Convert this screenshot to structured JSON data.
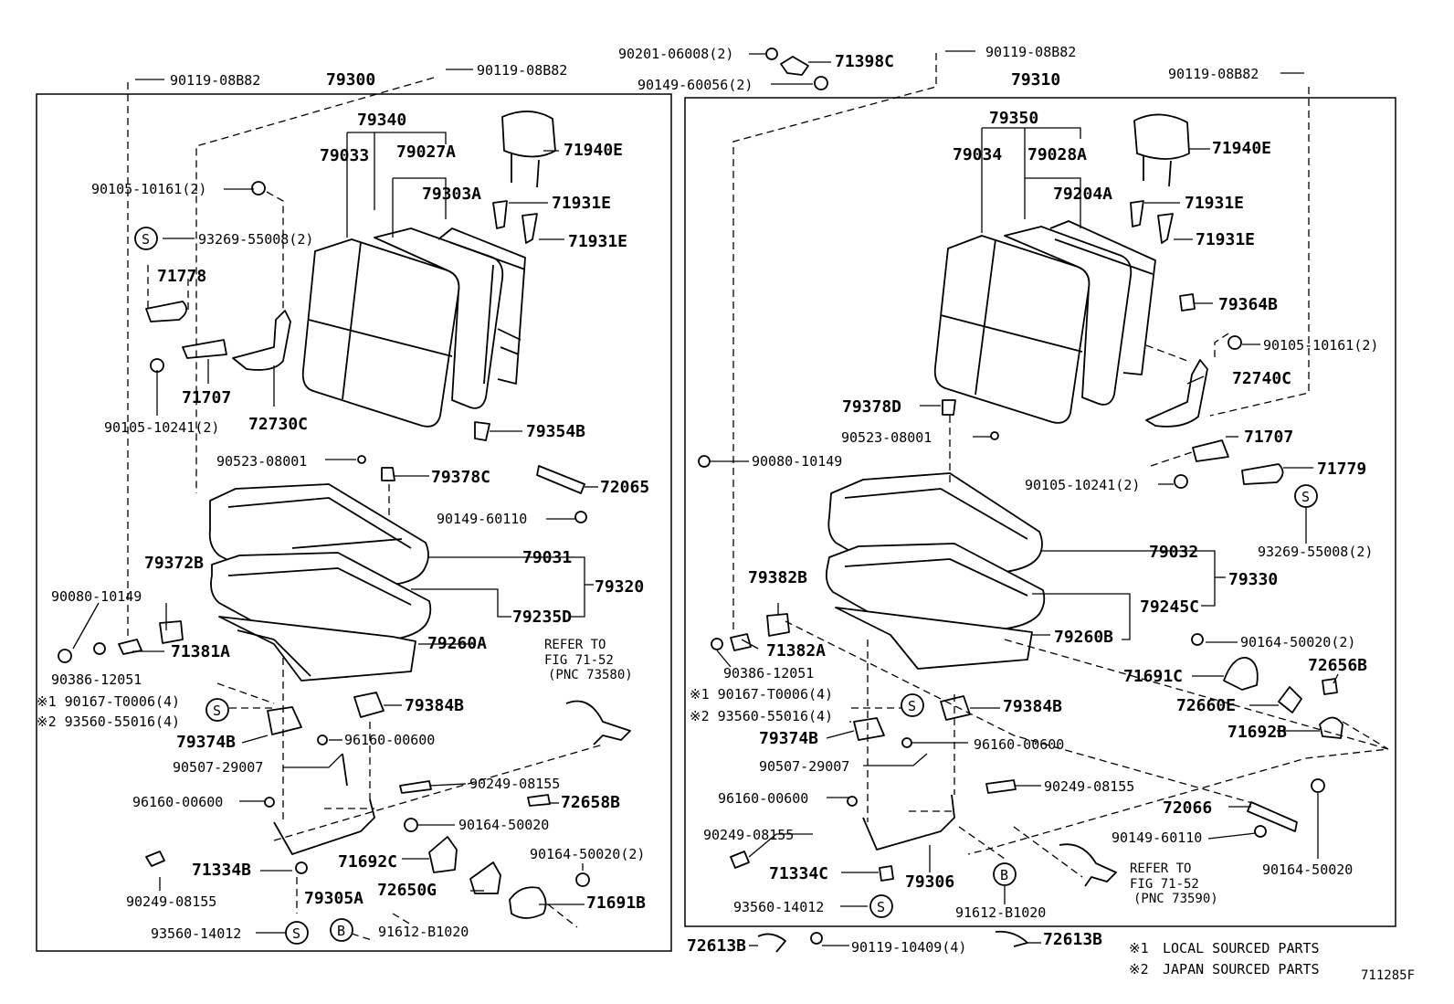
{
  "diagram_id": "711285F",
  "notes": [
    {
      "mark": "※1",
      "text": "LOCAL SOURCED PARTS"
    },
    {
      "mark": "※2",
      "text": "JAPAN SOURCED PARTS"
    }
  ],
  "refer_left": {
    "l1": "REFER TO",
    "l2": "FIG 71-52",
    "l3": "(PNC 73580)"
  },
  "refer_right": {
    "l1": "REFER TO",
    "l2": "FIG 71-52",
    "l3": "(PNC 73590)"
  },
  "symbols": {
    "s": "S",
    "b": "B"
  },
  "left": {
    "assy": "79300",
    "back_assy": "79340",
    "cover": "79033",
    "pad": "79027A",
    "frame": "79303A",
    "headrest": "71940E",
    "support1": "71931E",
    "support2": "71931E",
    "bolt_top1": "90119-08B82",
    "bolt_top2": "90119-08B82",
    "bolt_10161": "90105-10161(2)",
    "washer_55008": "93269-55008(2)",
    "cover_71778": "71778",
    "hinge_71707": "71707",
    "hinge_72730c": "72730C",
    "bolt_10241": "90105-10241(2)",
    "pin_79354b": "79354B",
    "clip_08001": "90523-08001",
    "hook_79378c": "79378C",
    "strap_72065": "72065",
    "bolt_60110": "90149-60110",
    "cushion_79031": "79031",
    "cushion_assy": "79320",
    "pad_79235d": "79235D",
    "frame_79260a": "79260A",
    "cover_79372b": "79372B",
    "bolt_10149": "90080-10149",
    "cover_71381a": "71381A",
    "bolt_12051": "90386-12051",
    "note1": "※1 90167-T0006(4)",
    "note2": "※2 93560-55016(4)",
    "bracket_79384b": "79384B",
    "bracket_79374b": "79374B",
    "ring_00600a": "96160-00600",
    "spring_29007": "90507-29007",
    "bolt_08155a": "90249-08155",
    "clip_72658b": "72658B",
    "ring_00600b": "96160-00600",
    "bolt_50020": "90164-50020",
    "bolt_50020_2": "90164-50020(2)",
    "cover_71692c": "71692C",
    "cover_72650g": "72650G",
    "cover_71691b": "71691B",
    "handle_71334b": "71334B",
    "rod_79305a": "79305A",
    "bolt_08155b": "90249-08155",
    "washer_14012": "93560-14012",
    "plug_b1020": "91612-B1020"
  },
  "center_top": {
    "bolt_06008": "90201-06008(2)",
    "cover_71398c": "71398C",
    "bolt_60056": "90149-60056(2)"
  },
  "right": {
    "assy": "79310",
    "back_assy": "79350",
    "cover": "79034",
    "pad": "79028A",
    "frame": "79204A",
    "headrest": "71940E",
    "support1": "71931E",
    "support2": "71931E",
    "bolt_top1": "90119-08B82",
    "bolt_top2": "90119-08B82",
    "clip_79364b": "79364B",
    "bolt_10161": "90105-10161(2)",
    "hinge_72740c": "72740C",
    "hook_79378d": "79378D",
    "clip_08001": "90523-08001",
    "hinge_71707": "71707",
    "bolt_10149": "90080-10149",
    "bolt_10241": "90105-10241(2)",
    "cover_71779": "71779",
    "washer_55008": "93269-55008(2)",
    "cushion_79032": "79032",
    "cushion_assy": "79330",
    "pad_79245c": "79245C",
    "frame_79260b": "79260B",
    "cover_79382b": "79382B",
    "cover_71382a": "71382A",
    "bolt_12051": "90386-12051",
    "bolt_50020_2": "90164-50020(2)",
    "cover_71691c": "71691C",
    "clip_72656b": "72656B",
    "note1": "※1 90167-T0006(4)",
    "note2": "※2 93560-55016(4)",
    "bracket_79384b": "79384B",
    "cover_72660e": "72660E",
    "bracket_79374b": "79374B",
    "ring_00600a": "96160-00600",
    "cover_71692b": "71692B",
    "spring_29007": "90507-29007",
    "bolt_08155a": "90249-08155",
    "ring_00600b": "96160-00600",
    "strap_72066": "72066",
    "bolt_08155b": "90249-08155",
    "bolt_60110": "90149-60110",
    "handle_71334c": "71334C",
    "rod_79306": "79306",
    "bolt_50020": "90164-50020",
    "washer_14012": "93560-14012",
    "plug_b1020": "91612-B1020"
  },
  "bottom": {
    "bracket_a": "72613B",
    "bolt_10409": "90119-10409(4)",
    "bracket_b": "72613B"
  }
}
